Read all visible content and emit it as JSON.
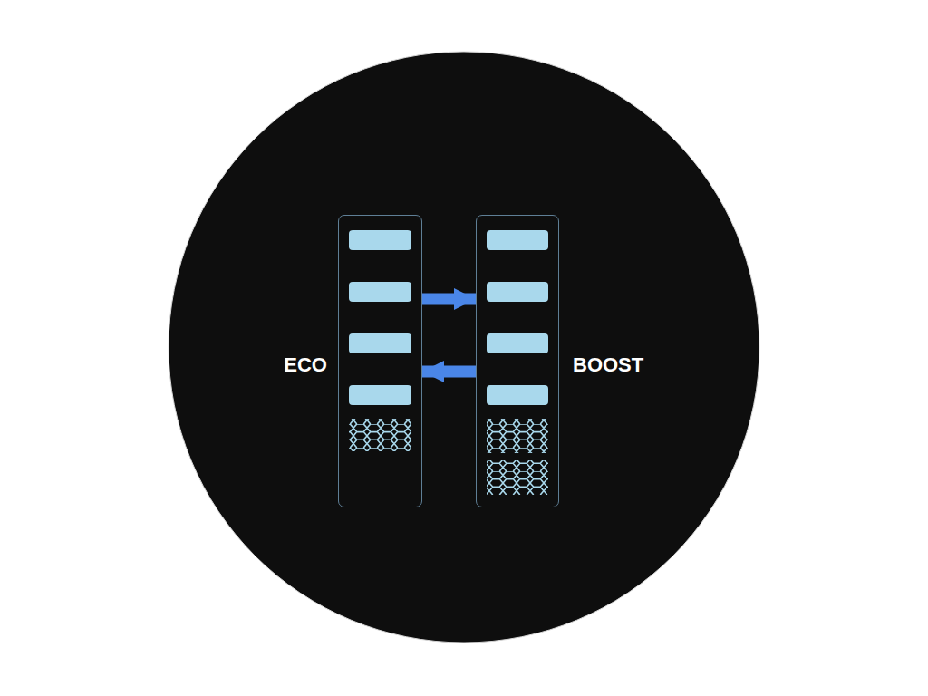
{
  "diagram": {
    "nodes": [
      {
        "text": [
          "ECO"
        ]
      },
      {
        "text": [
          "BOOST"
        ]
      }
    ],
    "edges": [
      {
        "from": 0,
        "to": 1,
        "arrow": "to"
      },
      {
        "from": 1,
        "to": 0,
        "arrow": "to"
      }
    ]
  }
}
